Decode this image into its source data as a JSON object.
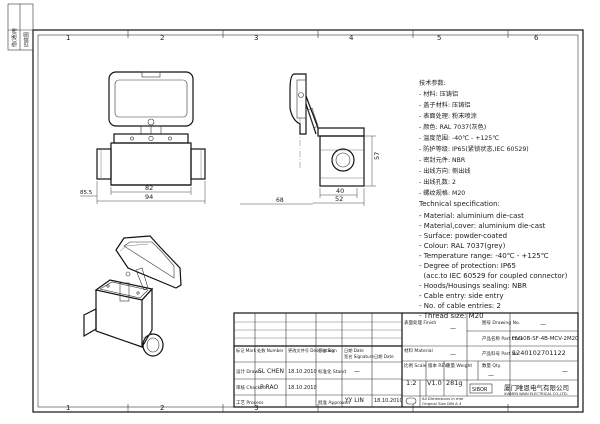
{
  "frame": {
    "zone_numbers": [
      "1",
      "2",
      "3",
      "4",
      "5",
      "6"
    ],
    "stamp": [
      "借(通)用",
      "旧底图"
    ]
  },
  "views": {
    "front": {
      "dim_width_inner": "82",
      "dim_width_outer": "94",
      "dim_side": "85.5"
    },
    "side": {
      "dim_height": "57",
      "dim_bottom_a": "40",
      "dim_bottom_b": "52",
      "dim_offset": "68"
    }
  },
  "specs_cn": [
    "技术参数:",
    "- 材料: 压铸铝",
    "- 盖子材料: 压铸铝",
    "- 表面处理: 粉末喷涂",
    "- 颜色: RAL 7037(灰色)",
    "- 温度范围: -40℃ - +125℃",
    "- 防护等级: IP65(紧锁状态,IEC 60529)",
    "- 密封元件: NBR",
    "- 出线方向: 侧出线",
    "- 出线孔数: 2",
    "- 螺纹规格: M20"
  ],
  "specs_en": [
    "Technical specification:",
    "- Material: aluminium die-cast",
    "- Material,cover: aluminium die-cast",
    "- Surface: powder-coated",
    "- Colour: RAL 7037(grey)",
    "- Temperature range: -40℃ - +125℃",
    "- Degree of protection: IP65",
    "  (acc.to IEC 60529 for coupled connector)",
    "- Hoods/Housings sealing: NBR",
    "- Cable entry: side entry",
    "- No. of cable entries: 2",
    "- Thread size: M20"
  ],
  "title_block": {
    "col_headers": {
      "mark": "标记 Mark",
      "number": "处数 Number",
      "description": "更改文件号 Description",
      "sign": "签名 Sign",
      "date": "日期 Date",
      "signature": "签名 Signature",
      "date2": "日期 Date"
    },
    "roles": [
      {
        "label": "设计 Drawn",
        "name": "SL CHEN",
        "date": "18.10.2010"
      },
      {
        "label": "审核 Checked",
        "name": "P RAO",
        "date": "18.10.2010"
      },
      {
        "label": "工艺 Process",
        "name": "",
        "date": ""
      }
    ],
    "stand_label": "标准化 Stand",
    "stand_value": "—",
    "approved_label": "批准 Approved",
    "approved_name": "YY LIN",
    "approved_date": "18.10.2010",
    "finish_label": "表面处理 Finish",
    "finish_value": "—",
    "material_label": "材料 Material",
    "material_value": "—",
    "scale_label": "比例 Scale",
    "scale_value": "1:2",
    "rev_label": "版本 REV.",
    "rev_value": "V1.0",
    "weight_label": "重量 Weight",
    "weight_value": "281g",
    "qty_label": "数量 Qty.",
    "qty_value": "—",
    "drawing_no_label": "图号 Drawing No.",
    "drawing_no_value": "—",
    "part_code_label": "产品名称 Part Code",
    "part_code_value": "HV10B-SF-4B-MCV-2M20",
    "part_no_label": "产品料号 Part No.",
    "part_no_value": "1240102701122",
    "dims_note": "All Dimensions in mm",
    "size_note": "Original Size DIN A 4",
    "logo_text": "SIBOR",
    "company_cn": "厦门唯恩电气有限公司",
    "company_en": "XIAMEN WAIN ELECTRICAL CO.,LTD."
  }
}
